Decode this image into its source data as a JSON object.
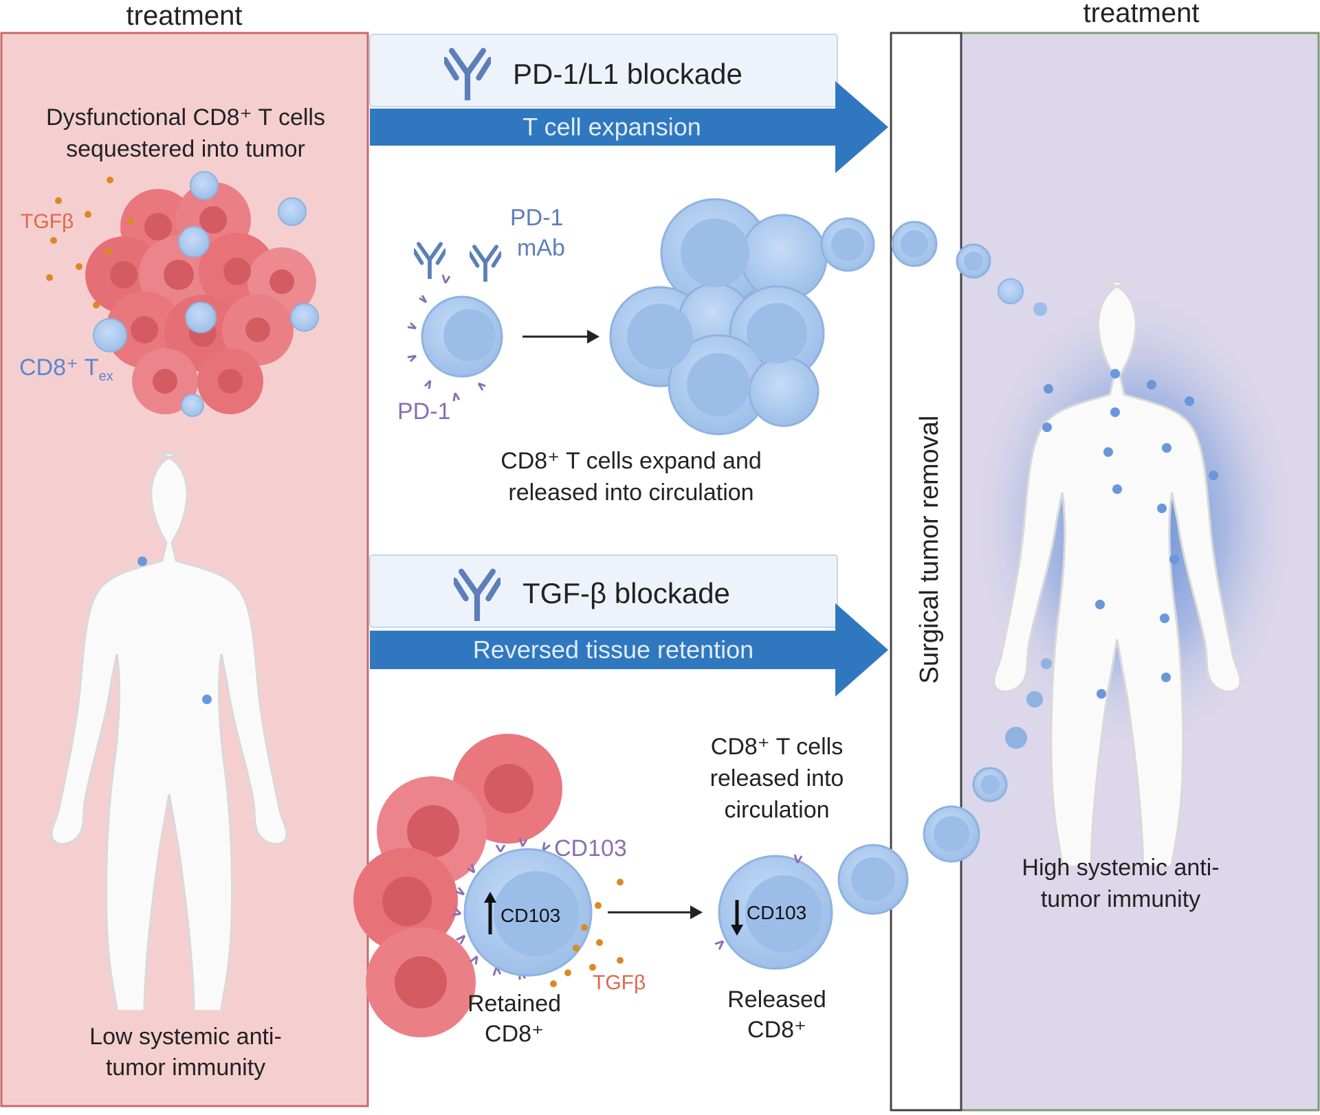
{
  "left_panel": {
    "header": "treatment",
    "title_line1": "Dysfunctional CD8⁺ T cells",
    "title_line2": "sequestered into tumor",
    "tgfb_label": "TGFβ",
    "cd8_label": "CD8⁺ T",
    "cd8_sub": "ex",
    "bottom_line1": "Low systemic anti-",
    "bottom_line2": "tumor immunity"
  },
  "pd1_section": {
    "banner": "PD-1/L1 blockade",
    "arrow_text": "T cell expansion",
    "mab_line1": "PD-1",
    "mab_line2": "mAb",
    "pd1_label": "PD-1",
    "caption_line1": "CD8⁺ T cells expand and",
    "caption_line2": "released into circulation"
  },
  "tgf_section": {
    "banner": "TGF-β blockade",
    "arrow_text": "Reversed tissue retention",
    "released_top_line1": "CD8⁺ T cells",
    "released_top_line2": "released into",
    "released_top_line3": "circulation",
    "cd103_label": "CD103",
    "cd103_inner_up": "CD103",
    "cd103_inner_down": "CD103",
    "tgfb_label": "TGFβ",
    "retained_line1": "Retained",
    "retained_line2": "CD8⁺",
    "released_line1": "Released",
    "released_line2": "CD8⁺"
  },
  "surgery": {
    "label": "Surgical tumor removal"
  },
  "right_panel": {
    "header": "treatment",
    "bottom_line1": "High systemic anti-",
    "bottom_line2": "tumor immunity"
  },
  "colors": {
    "left_panel_bg": "#f5cfcf",
    "left_panel_border": "#c96a6a",
    "right_panel_bg": "#dcd7ea",
    "panel_border_green": "#7e9a74",
    "arrow_blue": "#2f78c0",
    "banner_bg": "#eef3fb",
    "t_cell_blue": "#a9c8ee",
    "tumor_red": "#e9777d",
    "antibody_blue": "#5c7fb9",
    "receptor_purple": "#8a6fb0",
    "tgfb_orange": "#d98a24"
  }
}
